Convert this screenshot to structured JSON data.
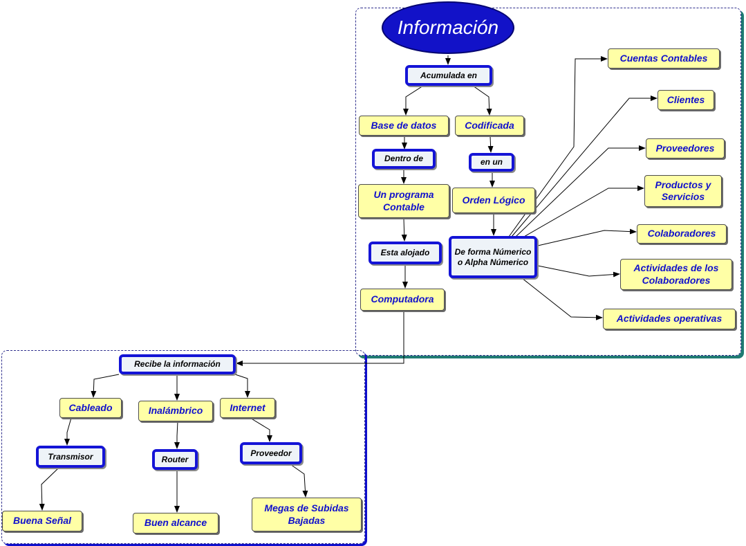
{
  "title": "Información",
  "top_cluster": {
    "acumulada": "Acumulada en",
    "base_datos": "Base de datos",
    "codificada": "Codificada",
    "dentro_de": "Dentro de",
    "en_un": "en un",
    "programa_contable": "Un programa Contable",
    "orden_logico": "Orden Lógico",
    "esta_alojado": "Esta alojado",
    "computadora": "Computadora",
    "de_forma": "De forma Númerico o Alpha Númerico"
  },
  "categories": [
    "Cuentas Contables",
    "Clientes",
    "Proveedores",
    "Productos y Servicios",
    "Colaboradores",
    "Actividades de los Colaboradores",
    "Actividades operativas"
  ],
  "bottom_cluster": {
    "recibe": "Recibe la información",
    "cableado": "Cableado",
    "inalambrico": "Inalámbrico",
    "internet": "Internet",
    "transmisor": "Transmisor",
    "router": "Router",
    "proveedor": "Proveedor",
    "buena_senal": "Buena Señal",
    "buen_alcance": "Buen alcance",
    "megas": "Megas de Subidas Bajadas"
  },
  "colors": {
    "ellipse_fill": "#1212c8",
    "node_fill": "#ffffa6",
    "node_text": "#1010cc",
    "link_border": "#1414d6"
  }
}
